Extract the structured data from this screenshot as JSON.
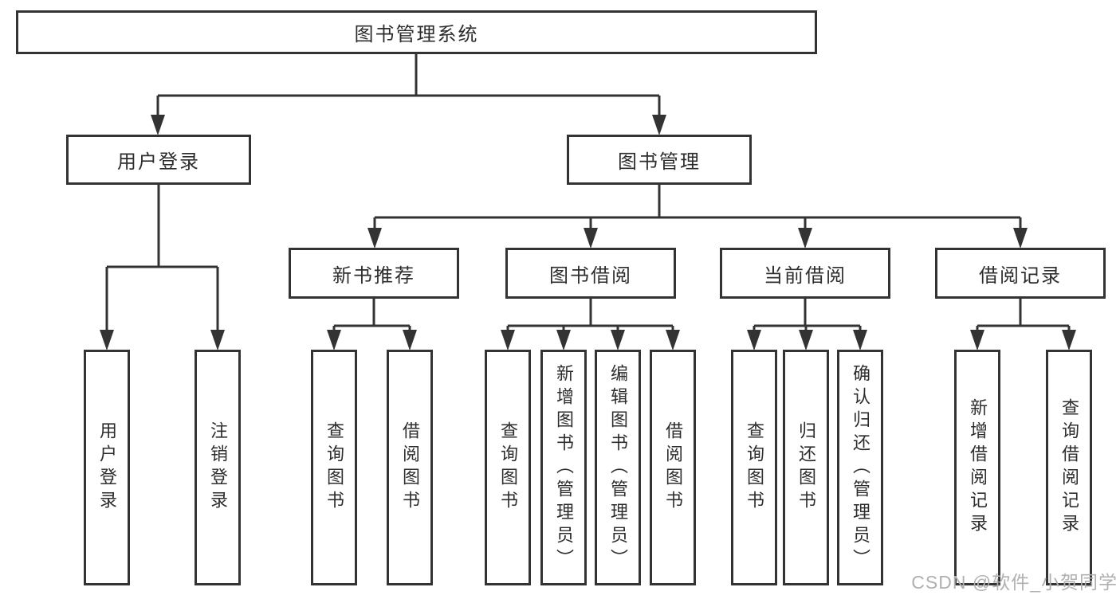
{
  "diagram": {
    "root": {
      "label": "图书管理系统",
      "children": [
        {
          "label": "用户登录",
          "children": [
            {
              "label": "用户登录"
            },
            {
              "label": "注销登录"
            }
          ]
        },
        {
          "label": "图书管理",
          "children": [
            {
              "label": "新书推荐",
              "children": [
                {
                  "label": "查询图书"
                },
                {
                  "label": "借阅图书"
                }
              ]
            },
            {
              "label": "图书借阅",
              "children": [
                {
                  "label": "查询图书"
                },
                {
                  "label": "新增图书（管理员）"
                },
                {
                  "label": "编辑图书（管理员）"
                },
                {
                  "label": "借阅图书"
                }
              ]
            },
            {
              "label": "当前借阅",
              "children": [
                {
                  "label": "查询图书"
                },
                {
                  "label": "归还图书"
                },
                {
                  "label": "确认归还（管理员）"
                }
              ]
            },
            {
              "label": "借阅记录",
              "children": [
                {
                  "label": "新增借阅记录"
                },
                {
                  "label": "查询借阅记录"
                }
              ]
            }
          ]
        }
      ]
    }
  },
  "watermark": {
    "text": "CSDN @软件_小贺同学"
  },
  "colors": {
    "line": "#333333",
    "text": "#2d2d2d",
    "background": "#ffffff",
    "watermark": "#b0b0b0"
  }
}
